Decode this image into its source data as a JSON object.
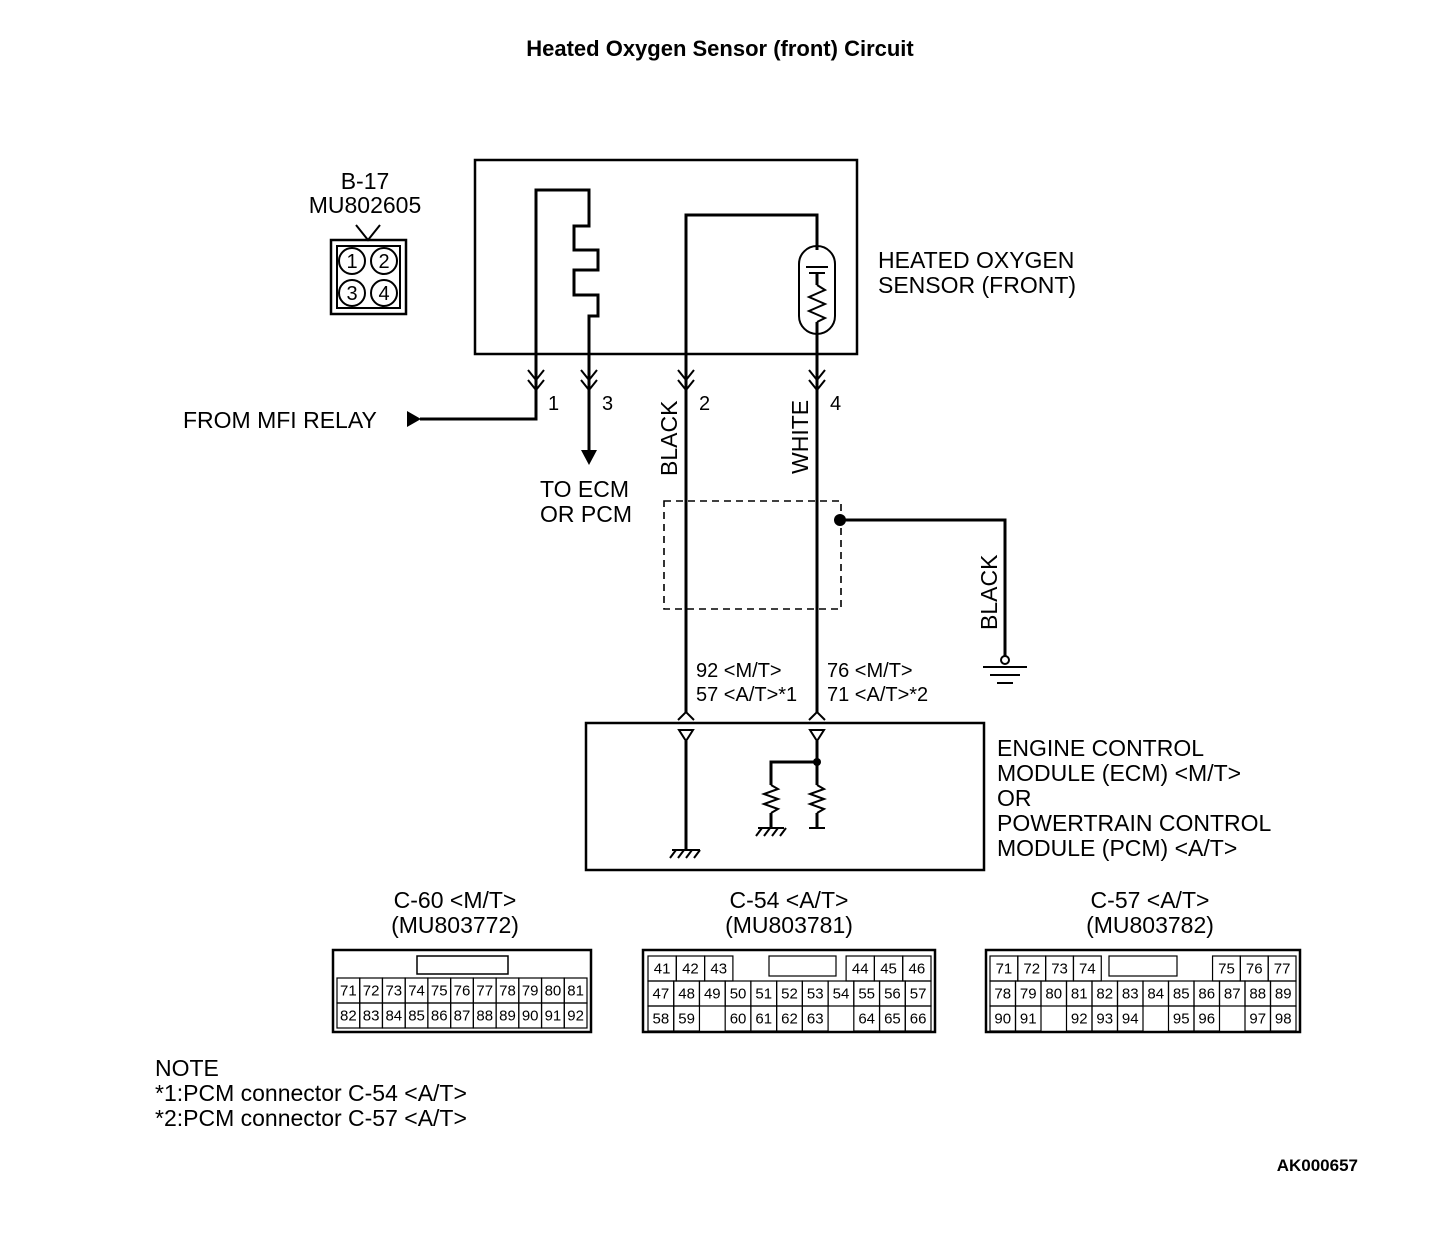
{
  "title": "Heated Oxygen Sensor (front) Circuit",
  "sensor_connector": {
    "id": "B-17",
    "part": "MU802605",
    "pins": [
      "1",
      "2",
      "3",
      "4"
    ]
  },
  "sensor_label": [
    "HEATED OXYGEN",
    "SENSOR (FRONT)"
  ],
  "pins": {
    "p1": "1",
    "p3": "3",
    "p2": "2",
    "p4": "4"
  },
  "from_relay": "FROM MFI RELAY",
  "to_ecm": [
    "TO ECM",
    "OR PCM"
  ],
  "wire_colors": {
    "pin2": "BLACK",
    "pin4": "WHITE",
    "shield": "BLACK"
  },
  "ecm_pins": {
    "left": [
      "92 <M/T>",
      "57 <A/T>*1"
    ],
    "right": [
      "76 <M/T>",
      "71 <A/T>*2"
    ]
  },
  "ecm_label": [
    "ENGINE CONTROL",
    "MODULE (ECM) <M/T>",
    "OR",
    "POWERTRAIN CONTROL",
    "MODULE (PCM) <A/T>"
  ],
  "connectors": [
    {
      "id": "C-60 <M/T>",
      "part": "(MU803772)",
      "rows": [
        [
          "71",
          "72",
          "73",
          "74",
          "75",
          "76",
          "77",
          "78",
          "79",
          "80",
          "81"
        ],
        [
          "82",
          "83",
          "84",
          "85",
          "86",
          "87",
          "88",
          "89",
          "90",
          "91",
          "92"
        ]
      ]
    },
    {
      "id": "C-54 <A/T>",
      "part": "(MU803781)",
      "rows": [
        [
          "41",
          "42",
          "43",
          "",
          "",
          "",
          "",
          "44",
          "45",
          "46"
        ],
        [
          "47",
          "48",
          "49",
          "50",
          "51",
          "52",
          "53",
          "54",
          "55",
          "56",
          "57"
        ],
        [
          "58",
          "59",
          "",
          "60",
          "61",
          "62",
          "63",
          "",
          "64",
          "65",
          "66"
        ]
      ]
    },
    {
      "id": "C-57 <A/T>",
      "part": "(MU803782)",
      "rows": [
        [
          "71",
          "72",
          "73",
          "74",
          "",
          "",
          "",
          "",
          "75",
          "76",
          "77"
        ],
        [
          "78",
          "79",
          "80",
          "81",
          "82",
          "83",
          "84",
          "85",
          "86",
          "87",
          "88",
          "89"
        ],
        [
          "90",
          "91",
          "",
          "92",
          "93",
          "94",
          "",
          "95",
          "96",
          "",
          "97",
          "98"
        ]
      ]
    }
  ],
  "note": [
    "NOTE",
    "*1:PCM connector C-54 <A/T>",
    "*2:PCM connector C-57 <A/T>"
  ],
  "code": "AK000657"
}
